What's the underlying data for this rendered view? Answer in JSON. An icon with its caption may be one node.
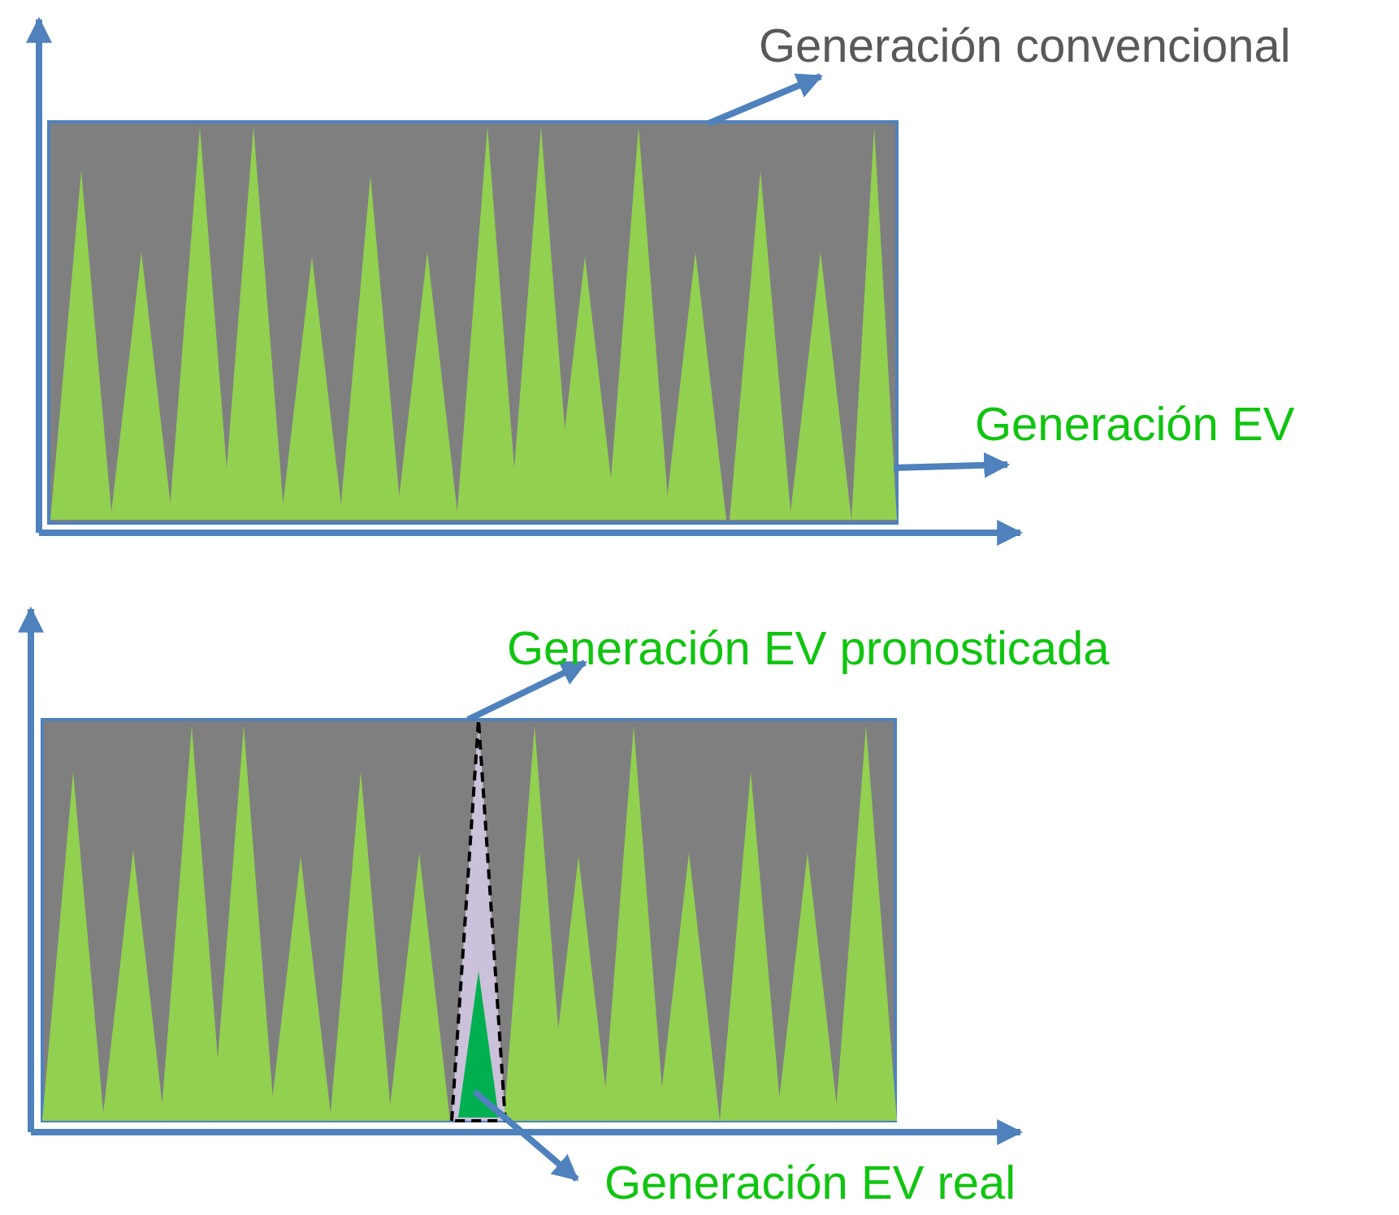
{
  "diagram": {
    "nodes": [
      {
        "text": [
          "Generación convencional"
        ]
      },
      {
        "text": [
          "Generación EV"
        ]
      },
      {
        "text": [
          "Generación EV pronosticada"
        ]
      },
      {
        "text": [
          "Generación EV real"
        ]
      },
      {
        "text": [],
        "shape": "box"
      },
      {
        "text": [],
        "shape": "triangle",
        "in": 4
      },
      {
        "text": [],
        "shape": "triangle"
      },
      {
        "text": [],
        "shape": "triangle",
        "in": 6
      }
    ],
    "edges": [
      {
        "from": 4,
        "to": 0,
        "arrow": "to"
      },
      {
        "from": 5,
        "to": 1,
        "arrow": "to"
      },
      {
        "from": 6,
        "to": 2,
        "arrow": "to"
      },
      {
        "from": 7,
        "to": 3,
        "arrow": "to"
      }
    ]
  }
}
